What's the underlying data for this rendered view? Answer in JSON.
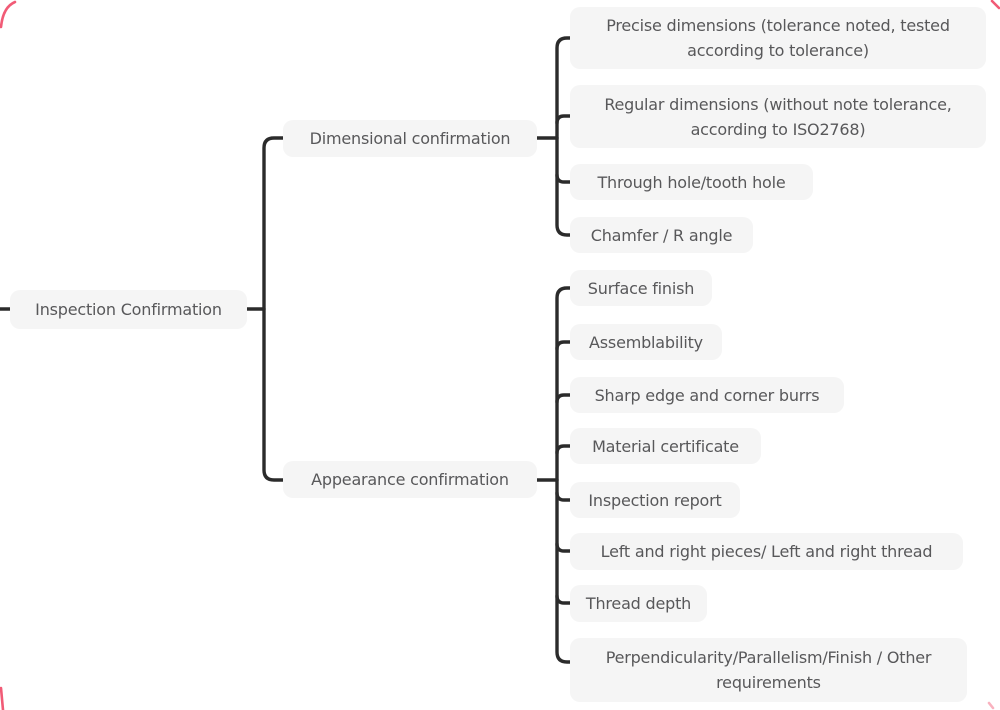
{
  "colors": {
    "canvas_bg": "#ffffff",
    "node_bg": "#f5f5f5",
    "node_text": "#58585a",
    "line": "#2b2b2b",
    "frame_red": "#ef3e5e"
  },
  "mindmap": {
    "root": {
      "label": "Inspection Confirmation"
    },
    "branches": [
      {
        "label": "Dimensional confirmation",
        "children": [
          {
            "label": "Precise dimensions (tolerance noted, tested according to tolerance)"
          },
          {
            "label": "Regular dimensions (without note tolerance, according to ISO2768)"
          },
          {
            "label": "Through hole/tooth hole"
          },
          {
            "label": "Chamfer / R angle"
          }
        ]
      },
      {
        "label": "Appearance confirmation",
        "children": [
          {
            "label": "Surface finish"
          },
          {
            "label": "Assemblability"
          },
          {
            "label": "Sharp edge and corner burrs"
          },
          {
            "label": "Material certificate"
          },
          {
            "label": "Inspection report"
          },
          {
            "label": "Left and right pieces/ Left and right thread"
          },
          {
            "label": "Thread depth"
          },
          {
            "label": "Perpendicularity/Parallelism/Finish / Other requirements"
          }
        ]
      }
    ]
  }
}
